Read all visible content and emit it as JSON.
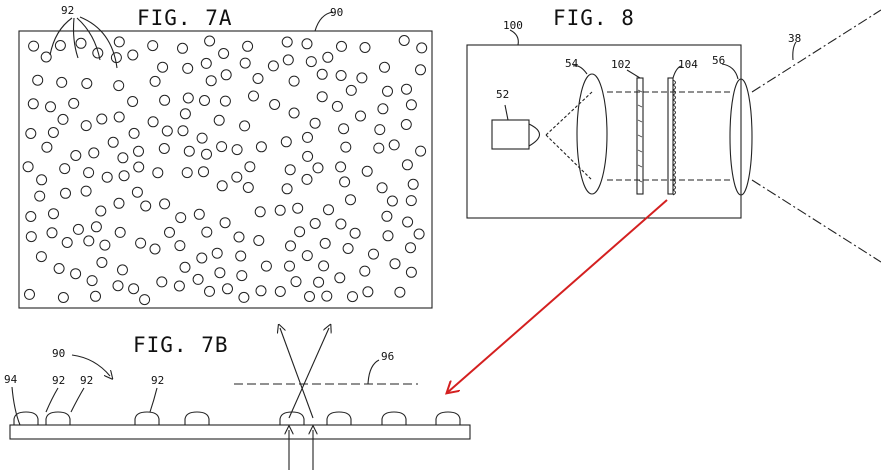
{
  "figures": {
    "fig7a": {
      "title": "FIG. 7A",
      "ref_panel": "90",
      "ref_bumps": "92"
    },
    "fig7b": {
      "title": "FIG. 7B",
      "ref_90": "90",
      "ref_94": "94",
      "ref_92a": "92",
      "ref_92b": "92",
      "ref_92c": "92",
      "ref_96": "96"
    },
    "fig8": {
      "title": "FIG. 8",
      "ref_100": "100",
      "ref_52": "52",
      "ref_54": "54",
      "ref_102": "102",
      "ref_104": "104",
      "ref_56": "56",
      "ref_38": "38"
    }
  },
  "colors": {
    "ink": "#222222",
    "arrow": "#d42020"
  },
  "icons": {
    "arrow": "red-callout-arrow"
  }
}
